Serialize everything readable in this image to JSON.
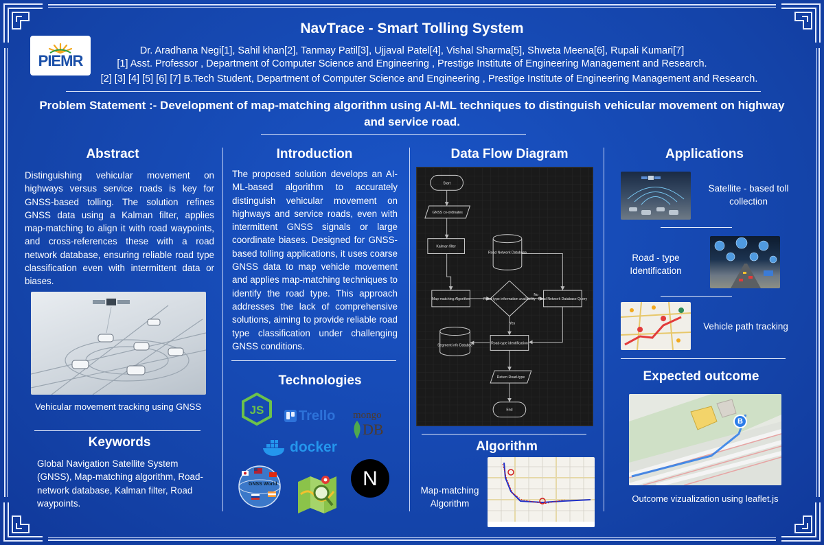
{
  "header": {
    "logo_text": "PIEMR",
    "title": "NavTrace - Smart Tolling System",
    "authors": "Dr. Aradhana Negi[1], Sahil khan[2], Tanmay Patil[3], Ujjaval Patel[4], Vishal Sharma[5], Shweta Meena[6], Rupali Kumari[7]",
    "affiliation_1": "[1] Asst. Professor , Department of Computer Science and Engineering , Prestige Institute of Engineering Management and Research.",
    "affiliation_2": "[2] [3] [4] [5] [6] [7] B.Tech Student, Department of Computer Science and Engineering , Prestige Institute of Engineering Management and Research.",
    "problem_statement": "Problem Statement :- Development of map-matching algorithm using AI-ML techniques to distinguish vehicular movement on highway and service road."
  },
  "abstract": {
    "heading": "Abstract",
    "text": "Distinguishing vehicular movement on highways versus service roads is key for GNSS-based tolling. The solution refines GNSS data using a Kalman filter, applies map-matching to align it with road waypoints, and cross-references these with a road network database, ensuring reliable road type classification even with intermittent data or biases.",
    "image_caption": "Vehicular movement tracking using GNSS"
  },
  "keywords": {
    "heading": "Keywords",
    "text": "Global Navigation Satellite System (GNSS), Map-matching algorithm, Road-network database, Kalman filter, Road waypoints."
  },
  "introduction": {
    "heading": "Introduction",
    "text": "The proposed solution develops an AI-ML-based algorithm to accurately distinguish vehicular movement on highways and service roads, even with intermittent GNSS signals or large coordinate biases. Designed for GNSS-based tolling applications, it uses coarse GNSS data to map vehicle movement and applies map-matching techniques to identify the road type. This approach addresses the lack of comprehensive solutions, aiming to provide reliable road type classification under challenging GNSS conditions."
  },
  "technologies": {
    "heading": "Technologies",
    "items": {
      "node": "JS",
      "trello": "Trello",
      "mongo_top": "mongo",
      "mongo_bottom": "DB",
      "docker": "docker",
      "gnss": "GNSS World",
      "next": "N"
    }
  },
  "data_flow": {
    "heading": "Data Flow Diagram",
    "nodes": {
      "start": "Start",
      "gnss": "GNSS co-ordinates",
      "kalman": "Kalman filter",
      "rnd": "Road Network Database",
      "mm": "Map-matching Algorithm",
      "decision": "Road-type information availability",
      "rndq": "Road Network Database Query",
      "yes": "Yes",
      "no": "No",
      "seg": "Segment info Databse",
      "rti": "Road-type identification",
      "ret": "Return Road-type",
      "end": "End"
    }
  },
  "algorithm": {
    "heading": "Algorithm",
    "label": "Map-matching Algorithm"
  },
  "applications": {
    "heading": "Applications",
    "items": [
      {
        "label": "Satellite - based toll collection"
      },
      {
        "label": "Road - type Identification"
      },
      {
        "label": "Vehicle path tracking"
      }
    ]
  },
  "expected_outcome": {
    "heading": "Expected outcome",
    "caption": "Outcome vizualization using leaflet.js",
    "marker": "B"
  }
}
